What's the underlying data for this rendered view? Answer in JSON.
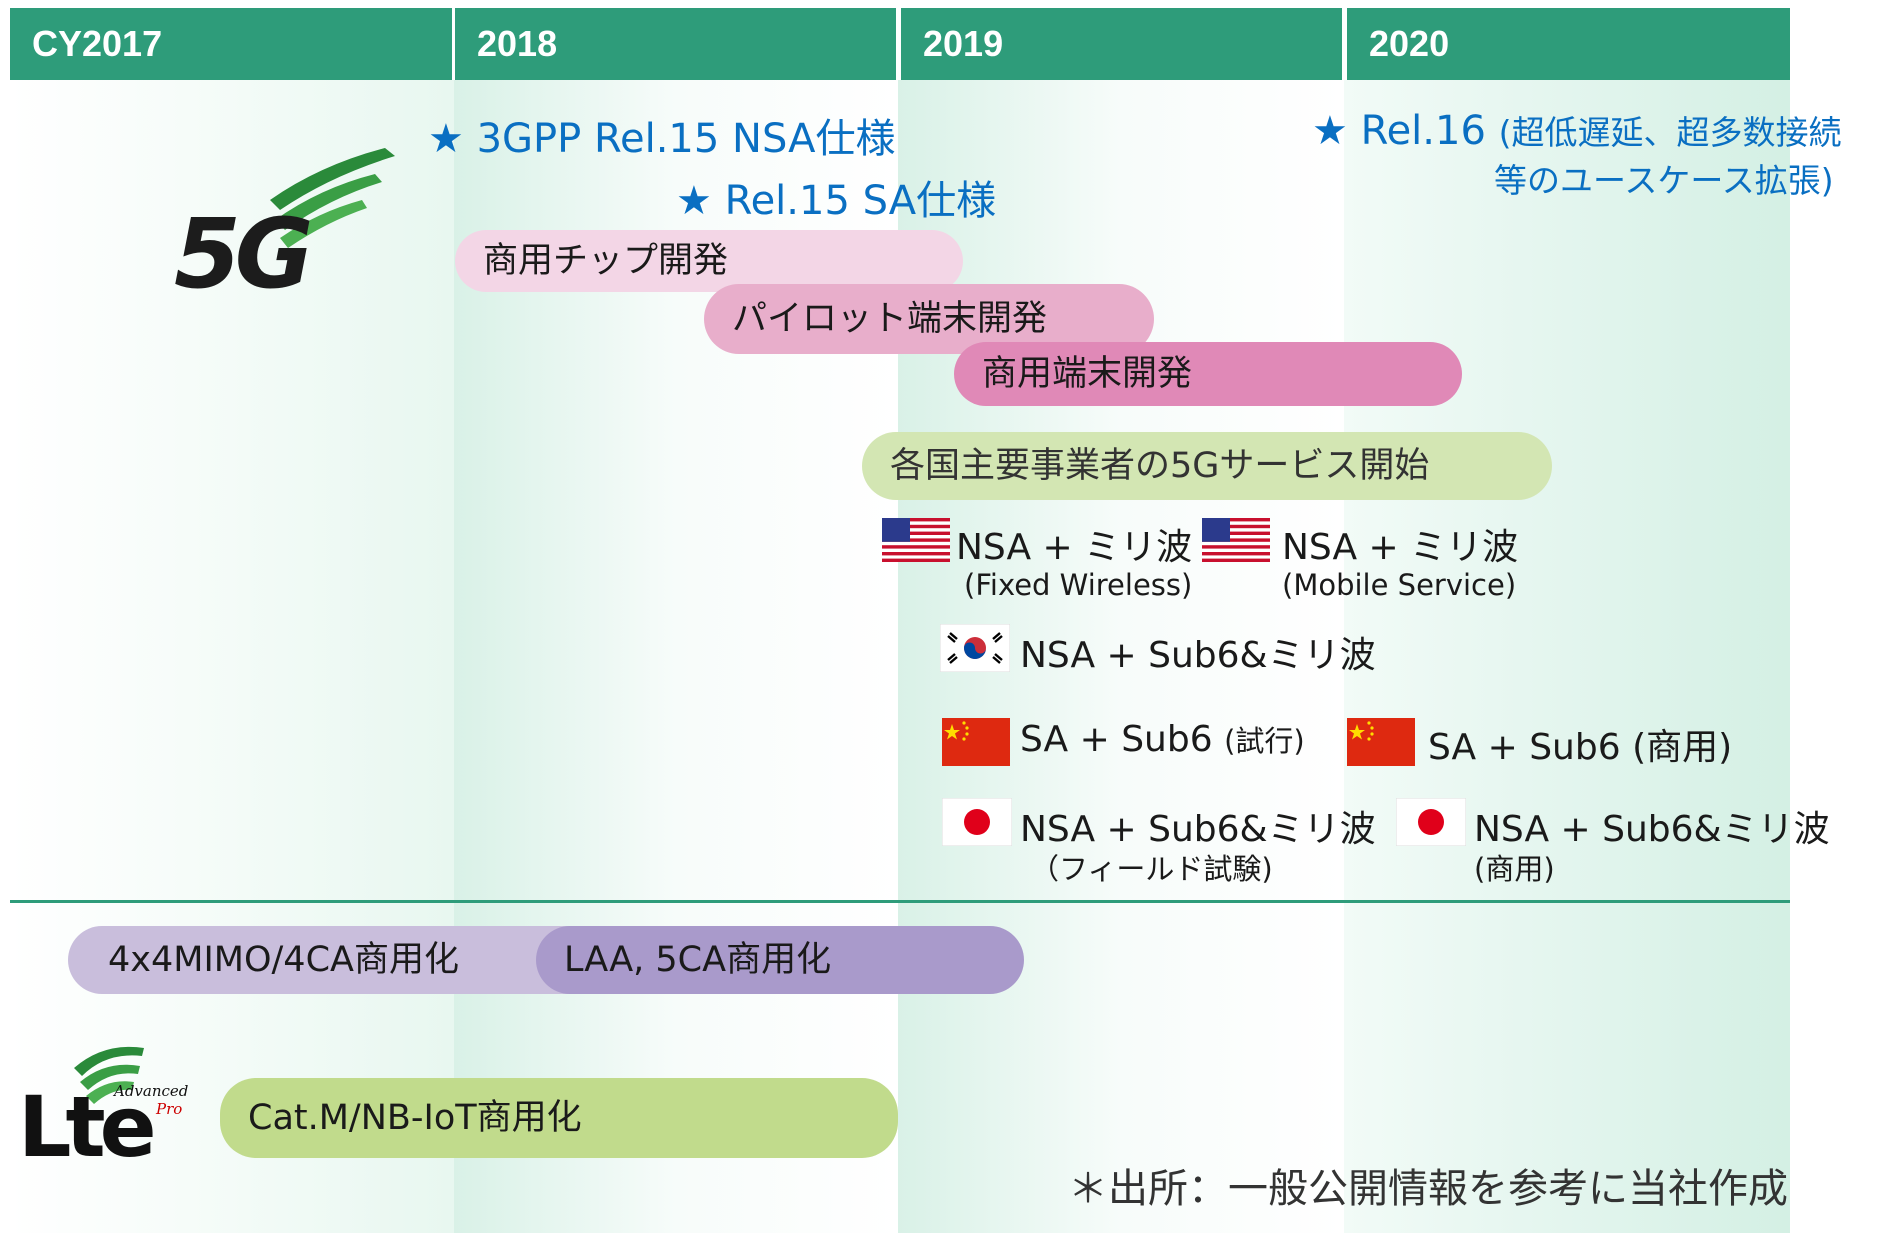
{
  "years": [
    "CY2017",
    "2018",
    "2019",
    "2020"
  ],
  "milestones": {
    "rel15_nsa": "★ 3GPP Rel.15 NSA仕様",
    "rel15_sa": "★ Rel.15 SA仕様",
    "rel16_main": "★ Rel.16",
    "rel16_note1": "(超低遅延、超多数接続",
    "rel16_note2": "等のユースケース拡張)"
  },
  "logos": {
    "fiveg": "5G",
    "lte": "Lte",
    "lte_sub1": "Advanced",
    "lte_sub2": "Pro"
  },
  "bars": {
    "chip": "商用チップ開発",
    "pilot": "パイロット端末開発",
    "commercial": "商用端末開発",
    "service": "各国主要事業者の5Gサービス開始",
    "mimo": "4x4MIMO/4CA商用化",
    "laa": "LAA, 5CA商用化",
    "catm": "Cat.M/NB-IoT商用化"
  },
  "countries": {
    "us1": {
      "text": "NSA + ミリ波",
      "sub": "(Fixed Wireless)"
    },
    "us2": {
      "text": "NSA + ミリ波",
      "sub": "(Mobile Service)"
    },
    "kr": {
      "text": "NSA + Sub6&ミリ波"
    },
    "cn1": {
      "text": "SA + Sub6 ",
      "note": "(試行)"
    },
    "cn2": {
      "text": "SA + Sub6 (商用)"
    },
    "jp1": {
      "text": "NSA + Sub6&ミリ波",
      "sub": "（フィールド試験)"
    },
    "jp2": {
      "text": "NSA + Sub6&ミリ波",
      "sub": "(商用)"
    }
  },
  "source": "＊出所：一般公開情報を参考に当社作成",
  "colors": {
    "header": "#2e9c7a",
    "milestone": "#0a6fc2",
    "chip": "#f3d6e6",
    "pilot": "#e8aecb",
    "commercial": "#e089b7",
    "service": "#d3e6b3",
    "mimo": "#c9bedc",
    "laa": "#a99acb",
    "catm": "#c1db8c"
  }
}
